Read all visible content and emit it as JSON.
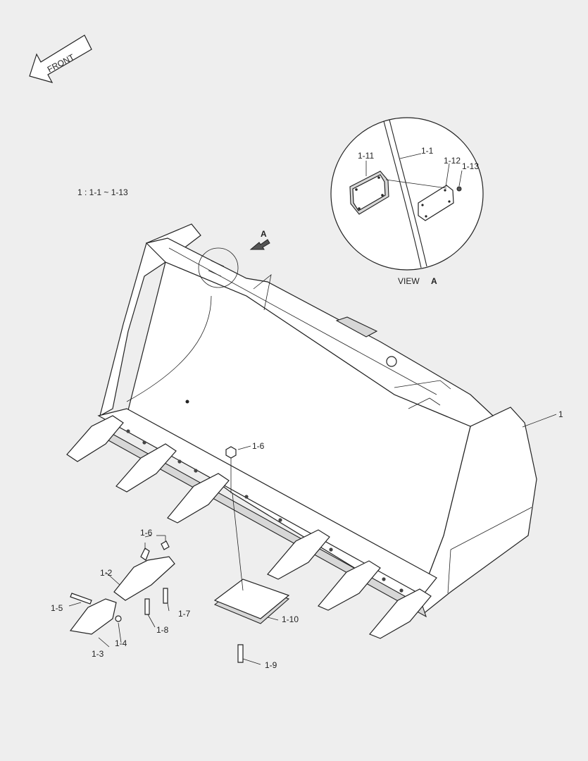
{
  "front_arrow": {
    "label": "FRONT"
  },
  "summary": {
    "text": "1 : 1-1 ~ 1-13"
  },
  "view": {
    "arrow_label": "A",
    "caption_prefix": "VIEW",
    "caption_letter": "A"
  },
  "callouts": {
    "c1": "1",
    "c1_1": "1-1",
    "c1_2": "1-2",
    "c1_3": "1-3",
    "c1_4": "1-4",
    "c1_5": "1-5",
    "c1_6_top": "1-6",
    "c1_6_lower": "1-6",
    "c1_7": "1-7",
    "c1_8": "1-8",
    "c1_9": "1-9",
    "c1_10": "1-10",
    "c1_11": "1-11",
    "c1_12": "1-12",
    "c1_13": "1-13"
  }
}
